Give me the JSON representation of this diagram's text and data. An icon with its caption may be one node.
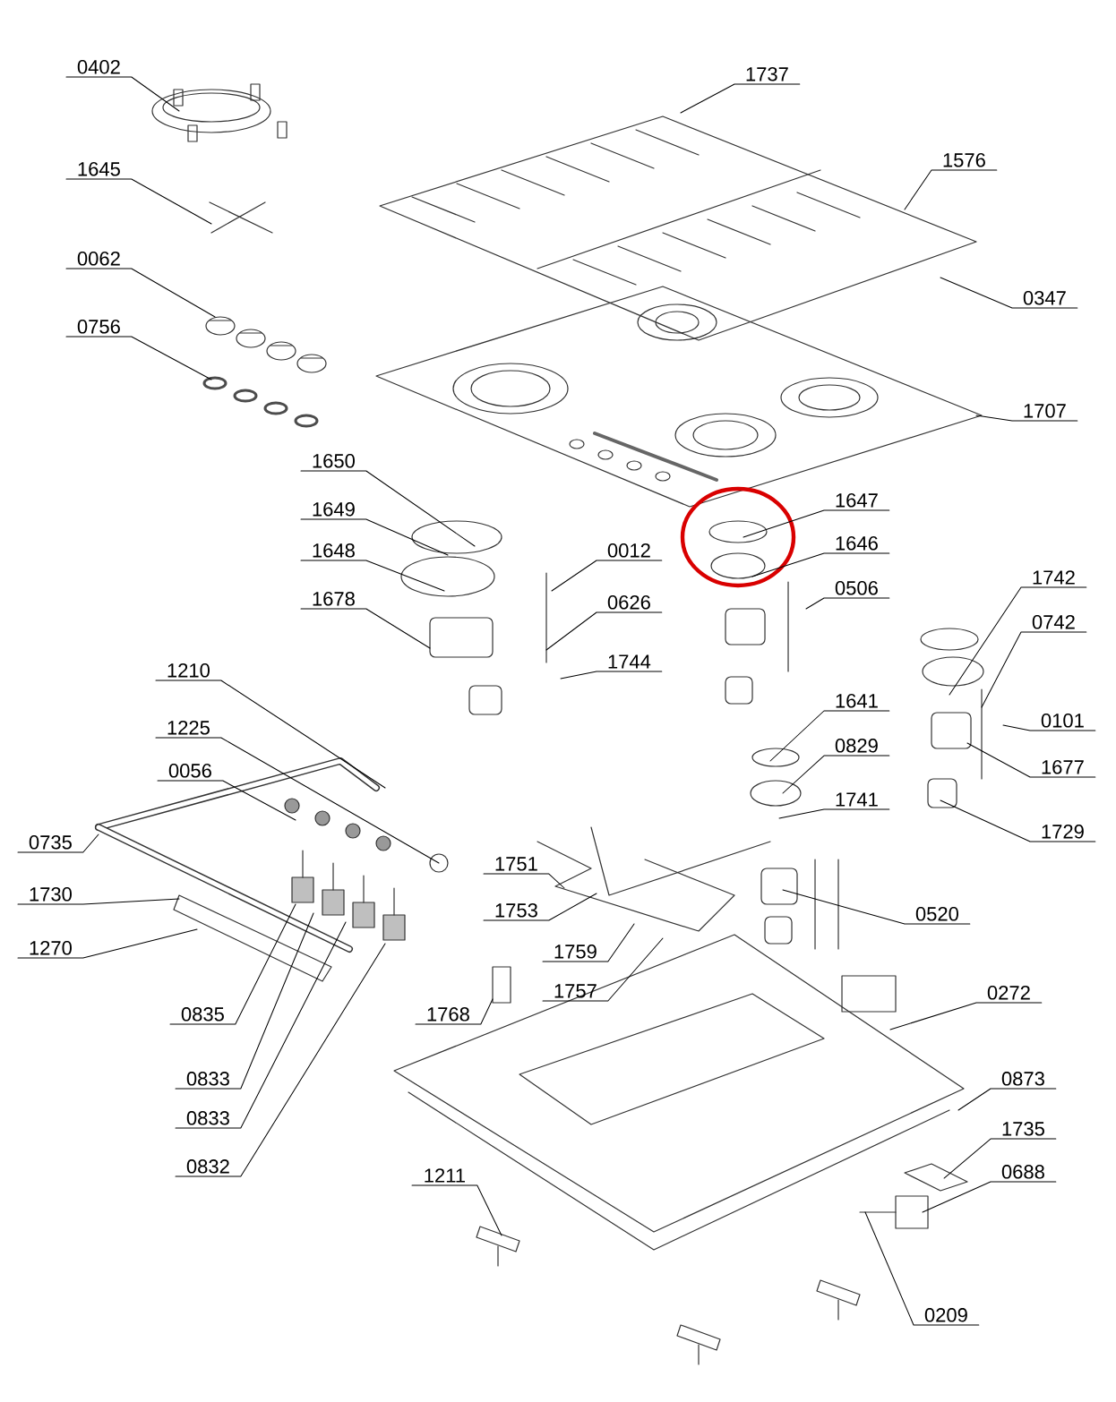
{
  "diagram": {
    "nodes": [
      {
        "text": [
          "0402"
        ]
      },
      {
        "text": [
          "1737"
        ]
      },
      {
        "text": [
          "1576"
        ]
      },
      {
        "text": [
          "1645"
        ]
      },
      {
        "text": [
          "0062"
        ]
      },
      {
        "text": [
          "0347"
        ]
      },
      {
        "text": [
          "0756"
        ]
      },
      {
        "text": [
          "1707"
        ]
      },
      {
        "text": [
          "1650"
        ]
      },
      {
        "text": [
          "1647"
        ]
      },
      {
        "text": [
          "1649"
        ]
      },
      {
        "text": [
          "1646"
        ]
      },
      {
        "text": [
          "0012"
        ]
      },
      {
        "text": [
          "1648"
        ]
      },
      {
        "text": [
          "1742"
        ]
      },
      {
        "text": [
          "0506"
        ]
      },
      {
        "text": [
          "1678"
        ]
      },
      {
        "text": [
          "0626"
        ]
      },
      {
        "text": [
          "0742"
        ]
      },
      {
        "text": [
          "1210"
        ]
      },
      {
        "text": [
          "1744"
        ]
      },
      {
        "text": [
          "1641"
        ]
      },
      {
        "text": [
          "0101"
        ]
      },
      {
        "text": [
          "1225"
        ]
      },
      {
        "text": [
          "0829"
        ]
      },
      {
        "text": [
          "1677"
        ]
      },
      {
        "text": [
          "0056"
        ]
      },
      {
        "text": [
          "1741"
        ]
      },
      {
        "text": [
          "0735"
        ]
      },
      {
        "text": [
          "1729"
        ]
      },
      {
        "text": [
          "1751"
        ]
      },
      {
        "text": [
          "1730"
        ]
      },
      {
        "text": [
          "1753"
        ]
      },
      {
        "text": [
          "0520"
        ]
      },
      {
        "text": [
          "1759"
        ]
      },
      {
        "text": [
          "1270"
        ]
      },
      {
        "text": [
          "1757"
        ]
      },
      {
        "text": [
          "0272"
        ]
      },
      {
        "text": [
          "1768"
        ]
      },
      {
        "text": [
          "0835"
        ]
      },
      {
        "text": [
          "0833"
        ]
      },
      {
        "text": [
          "0873"
        ]
      },
      {
        "text": [
          "0833"
        ]
      },
      {
        "text": [
          "1735"
        ]
      },
      {
        "text": [
          "0832"
        ]
      },
      {
        "text": [
          "0688"
        ]
      },
      {
        "text": [
          "1211"
        ]
      },
      {
        "text": [
          "0209"
        ]
      }
    ],
    "edges": [
      {
        "from": 0,
        "to": null,
        "arrow": "none"
      },
      {
        "from": 1,
        "to": null,
        "arrow": "none"
      },
      {
        "from": 2,
        "to": null,
        "arrow": "none"
      },
      {
        "from": 3,
        "to": null,
        "arrow": "none"
      },
      {
        "from": 4,
        "to": null,
        "arrow": "none"
      },
      {
        "from": 5,
        "to": null,
        "arrow": "none"
      },
      {
        "from": 6,
        "to": null,
        "arrow": "none"
      },
      {
        "from": 7,
        "to": null,
        "arrow": "none"
      },
      {
        "from": 8,
        "to": null,
        "arrow": "none"
      },
      {
        "from": 9,
        "to": null,
        "arrow": "none"
      },
      {
        "from": 10,
        "to": null,
        "arrow": "none"
      },
      {
        "from": 11,
        "to": null,
        "arrow": "none"
      },
      {
        "from": 12,
        "to": null,
        "arrow": "none"
      },
      {
        "from": 13,
        "to": null,
        "arrow": "none"
      },
      {
        "from": 14,
        "to": null,
        "arrow": "none"
      },
      {
        "from": 15,
        "to": null,
        "arrow": "none"
      },
      {
        "from": 16,
        "to": null,
        "arrow": "none"
      },
      {
        "from": 17,
        "to": null,
        "arrow": "none"
      },
      {
        "from": 18,
        "to": null,
        "arrow": "none"
      },
      {
        "from": 19,
        "to": null,
        "arrow": "none"
      },
      {
        "from": 20,
        "to": null,
        "arrow": "none"
      },
      {
        "from": 21,
        "to": null,
        "arrow": "none"
      },
      {
        "from": 22,
        "to": null,
        "arrow": "none"
      },
      {
        "from": 23,
        "to": null,
        "arrow": "none"
      },
      {
        "from": 24,
        "to": null,
        "arrow": "none"
      },
      {
        "from": 25,
        "to": null,
        "arrow": "none"
      },
      {
        "from": 26,
        "to": null,
        "arrow": "none"
      },
      {
        "from": 27,
        "to": null,
        "arrow": "none"
      },
      {
        "from": 28,
        "to": null,
        "arrow": "none"
      },
      {
        "from": 29,
        "to": null,
        "arrow": "none"
      },
      {
        "from": 30,
        "to": null,
        "arrow": "none"
      },
      {
        "from": 31,
        "to": null,
        "arrow": "none"
      },
      {
        "from": 32,
        "to": null,
        "arrow": "none"
      },
      {
        "from": 33,
        "to": null,
        "arrow": "none"
      },
      {
        "from": 34,
        "to": null,
        "arrow": "none"
      },
      {
        "from": 35,
        "to": null,
        "arrow": "none"
      },
      {
        "from": 36,
        "to": null,
        "arrow": "none"
      },
      {
        "from": 37,
        "to": null,
        "arrow": "none"
      },
      {
        "from": 38,
        "to": null,
        "arrow": "none"
      },
      {
        "from": 39,
        "to": null,
        "arrow": "none"
      },
      {
        "from": 40,
        "to": null,
        "arrow": "none"
      },
      {
        "from": 41,
        "to": null,
        "arrow": "none"
      },
      {
        "from": 42,
        "to": null,
        "arrow": "none"
      },
      {
        "from": 43,
        "to": null,
        "arrow": "none"
      },
      {
        "from": 44,
        "to": null,
        "arrow": "none"
      },
      {
        "from": 45,
        "to": null,
        "arrow": "none"
      },
      {
        "from": 46,
        "to": null,
        "arrow": "none"
      },
      {
        "from": 47,
        "to": null,
        "arrow": "none"
      }
    ]
  }
}
